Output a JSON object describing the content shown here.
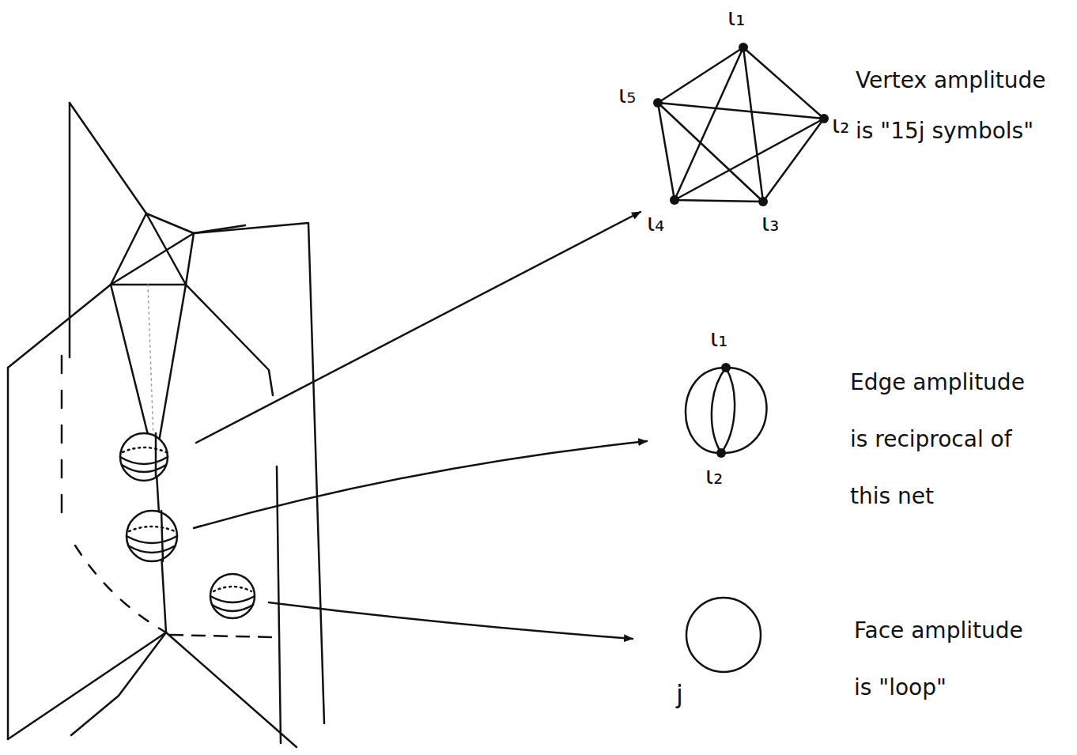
{
  "diagram": {
    "labels": [
      "ι₁",
      "ι₅",
      "ι₂",
      "ι₄",
      "ι₃",
      "Vertex amplitude is \"15j symbols\"",
      "ι₁",
      "ι₂",
      "Edge amplitude is reciprocal of this net",
      "j",
      "Face amplitude is \"loop\""
    ]
  }
}
